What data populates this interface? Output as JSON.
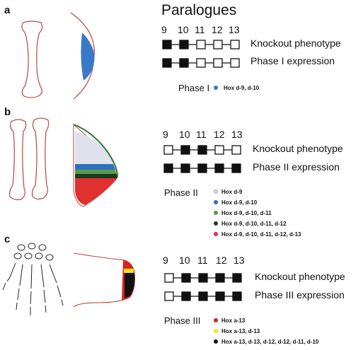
{
  "title": "Paralogues",
  "panels": [
    {
      "letter": "a",
      "numbers": [
        "9",
        "10",
        "11",
        "12",
        "13"
      ],
      "rows": [
        {
          "label": "Knockout phenotype",
          "filled": [
            true,
            true,
            false,
            false,
            false
          ]
        },
        {
          "label": "Phase I expression",
          "filled": [
            true,
            true,
            false,
            false,
            false
          ]
        }
      ],
      "phase_label": "Phase I",
      "legend": [
        {
          "text": "Hox d-9, d-10",
          "color": "#3a78c9"
        }
      ]
    },
    {
      "letter": "b",
      "numbers": [
        "9",
        "10",
        "11",
        "12",
        "13"
      ],
      "rows": [
        {
          "label": "Knockout  phenotype",
          "filled": [
            false,
            true,
            true,
            false,
            false
          ]
        },
        {
          "label": "Phase II expression",
          "filled": [
            true,
            true,
            true,
            true,
            true
          ]
        }
      ],
      "phase_label": "Phase II",
      "legend": [
        {
          "text": "Hox d-9",
          "color": "#d9d9e6"
        },
        {
          "text": "Hox d-9, d-10",
          "color": "#2f6fbf"
        },
        {
          "text": "Hox d-9, d-10, d-11",
          "color": "#5a9a4a"
        },
        {
          "text": "Hox d-9, d-10, d-11, d-12",
          "color": "#1d3a1d"
        },
        {
          "text": "Hox d-9, d-10, d-11, d-12, d-13",
          "color": "#e8246a"
        }
      ]
    },
    {
      "letter": "c",
      "numbers": [
        "9",
        "10",
        "11",
        "12",
        "13"
      ],
      "rows": [
        {
          "label": "Knockout  phenotype",
          "filled": [
            false,
            true,
            true,
            true,
            true
          ]
        },
        {
          "label": "Phase III expression",
          "filled": [
            false,
            true,
            true,
            true,
            true
          ]
        }
      ],
      "phase_label": "Phase III",
      "legend": [
        {
          "text": "Hox a-13",
          "color": "#d62222"
        },
        {
          "text": "Hox a-13, d-13",
          "color": "#f3e21b"
        },
        {
          "text": "Hox a-13, d-13, d-12, d-12, d-11, d-10",
          "color": "#111111"
        }
      ]
    }
  ]
}
